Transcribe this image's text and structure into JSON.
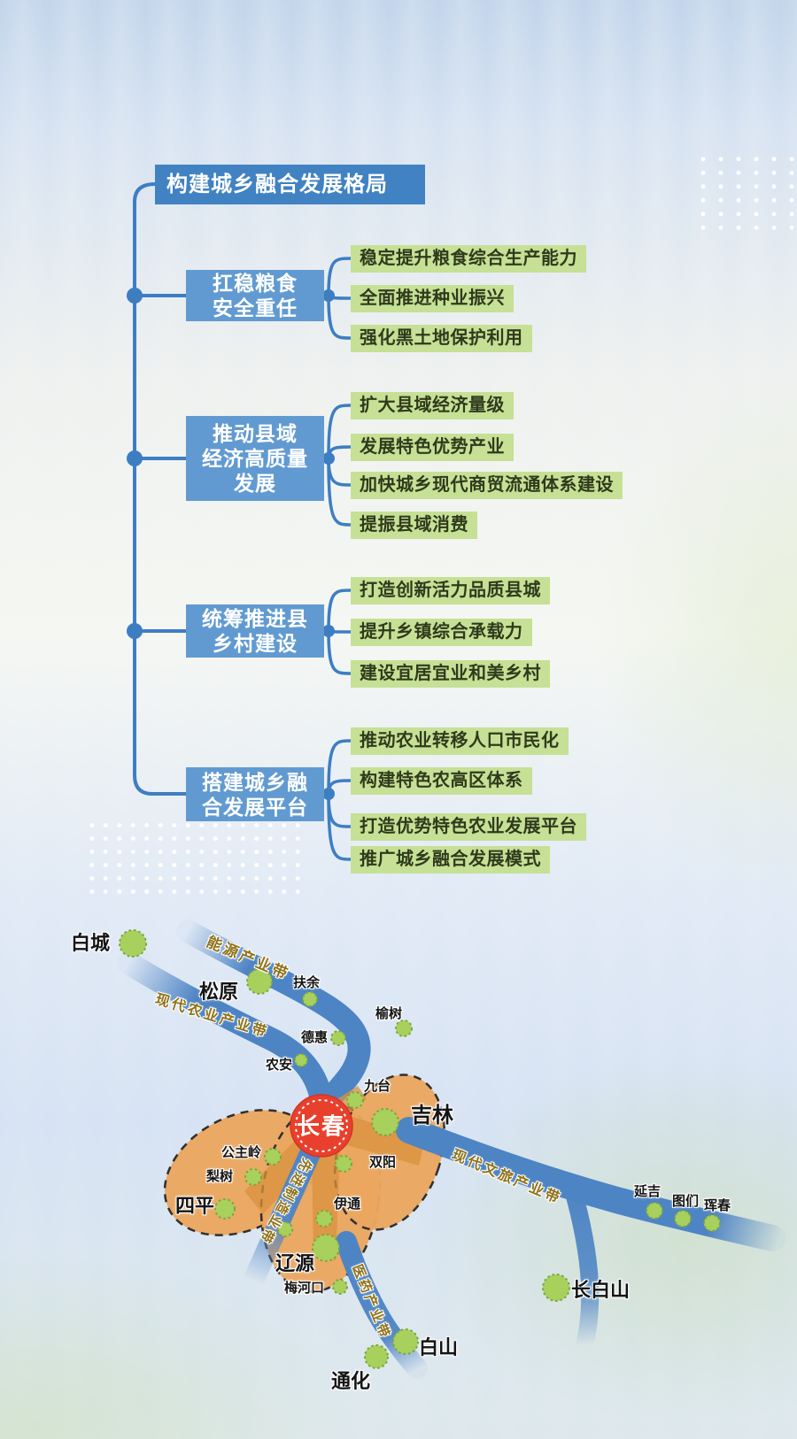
{
  "mindmap": {
    "title": "构建城乡融合发展格局",
    "branches": [
      {
        "lines": [
          "扛稳粮食",
          "安全重任"
        ],
        "children": [
          "稳定提升粮食综合生产能力",
          "全面推进种业振兴",
          "强化黑土地保护利用"
        ]
      },
      {
        "lines": [
          "推动县域",
          "经济高质量",
          "发展"
        ],
        "children": [
          "扩大县域经济量级",
          "发展特色优势产业",
          "加快城乡现代商贸流通体系建设",
          "提振县域消费"
        ]
      },
      {
        "lines": [
          "统筹推进县",
          "乡村建设"
        ],
        "children": [
          "打造创新活力品质县城",
          "提升乡镇综合承载力",
          "建设宜居宜业和美乡村"
        ]
      },
      {
        "lines": [
          "搭建城乡融",
          "合发展平台"
        ],
        "children": [
          "推动农业转移人口市民化",
          "构建特色农高区体系",
          "打造优势特色农业发展平台",
          "推广城乡融合发展模式"
        ]
      }
    ]
  },
  "map": {
    "hub": {
      "name": "长春"
    },
    "belts": [
      {
        "name": "能源产业带"
      },
      {
        "name": "现代农业产业带"
      },
      {
        "name": "现代文旅产业带"
      },
      {
        "name": "先进制造业带"
      },
      {
        "name": "医药产业带"
      }
    ],
    "cities": [
      {
        "name": "白城"
      },
      {
        "name": "松原"
      },
      {
        "name": "扶余"
      },
      {
        "name": "榆树"
      },
      {
        "name": "德惠"
      },
      {
        "name": "农安"
      },
      {
        "name": "九台"
      },
      {
        "name": "吉林"
      },
      {
        "name": "双阳"
      },
      {
        "name": "公主岭"
      },
      {
        "name": "梨树"
      },
      {
        "name": "四平"
      },
      {
        "name": "伊通"
      },
      {
        "name": "辽源"
      },
      {
        "name": "梅河口"
      },
      {
        "name": "通化"
      },
      {
        "name": "白山"
      },
      {
        "name": "长白山"
      },
      {
        "name": "延吉"
      },
      {
        "name": "图们"
      },
      {
        "name": "珲春"
      }
    ]
  },
  "colors": {
    "title_blue": "#4182c3",
    "branch_blue": "#619ad1",
    "connector_blue": "#3d7ec3",
    "leaf_green": "#c6e095",
    "band_blue": "#4d84c4",
    "zone_orange": "#eaa75f",
    "zone_ribbon_orange": "#d8913e",
    "city_circle_green": "#a7d05c",
    "hub_red": "#e8402c",
    "belt_text_gold": "#8f7118"
  }
}
